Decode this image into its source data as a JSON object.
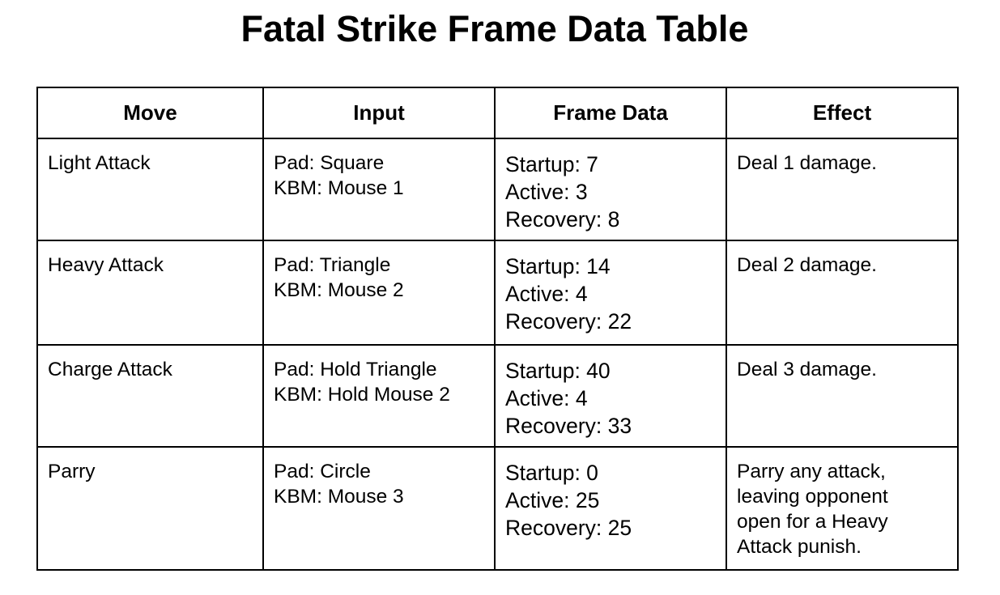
{
  "title": "Fatal Strike Frame Data Table",
  "table": {
    "headers": [
      "Move",
      "Input",
      "Frame Data",
      "Effect"
    ],
    "rows": [
      {
        "move": "Light Attack",
        "input": {
          "pad": "Pad: Square",
          "kbm": "KBM: Mouse 1"
        },
        "frame_data": {
          "startup": "Startup: 7",
          "active": "Active: 3",
          "recovery": "Recovery: 8"
        },
        "effect": [
          "Deal 1 damage."
        ]
      },
      {
        "move": "Heavy Attack",
        "input": {
          "pad": "Pad: Triangle",
          "kbm": "KBM: Mouse 2"
        },
        "frame_data": {
          "startup": "Startup: 14",
          "active": "Active: 4",
          "recovery": "Recovery: 22"
        },
        "effect": [
          "Deal 2 damage."
        ]
      },
      {
        "move": "Charge Attack",
        "input": {
          "pad": "Pad: Hold Triangle",
          "kbm": "KBM: Hold Mouse 2"
        },
        "frame_data": {
          "startup": "Startup: 40",
          "active": "Active: 4",
          "recovery": "Recovery: 33"
        },
        "effect": [
          "Deal 3 damage."
        ]
      },
      {
        "move": "Parry",
        "input": {
          "pad": "Pad: Circle",
          "kbm": "KBM: Mouse 3"
        },
        "frame_data": {
          "startup": "Startup: 0",
          "active": "Active: 25",
          "recovery": "Recovery: 25"
        },
        "effect": [
          "Parry any attack,",
          "leaving opponent",
          "open for a Heavy",
          "Attack punish."
        ]
      }
    ]
  }
}
